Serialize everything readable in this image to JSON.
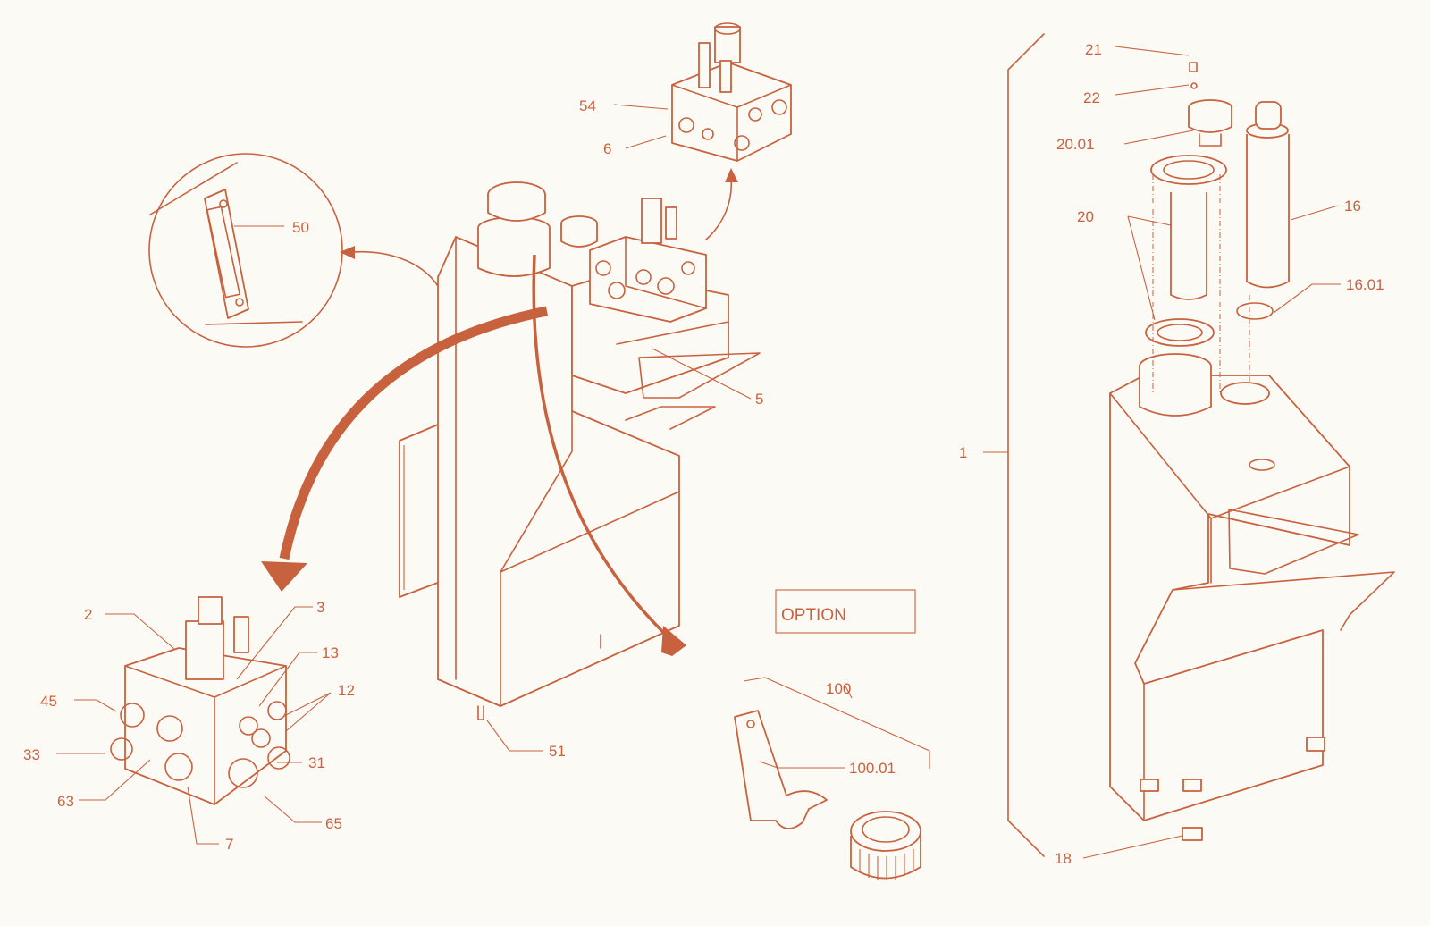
{
  "colors": {
    "line": "#c8623e",
    "background": "#fcfaf5"
  },
  "option_label": "OPTION",
  "callouts": [
    {
      "id": "c1",
      "text": "1"
    },
    {
      "id": "c2",
      "text": "2"
    },
    {
      "id": "c3",
      "text": "3"
    },
    {
      "id": "c5",
      "text": "5"
    },
    {
      "id": "c6",
      "text": "6"
    },
    {
      "id": "c7",
      "text": "7"
    },
    {
      "id": "c12",
      "text": "12"
    },
    {
      "id": "c13",
      "text": "13"
    },
    {
      "id": "c16",
      "text": "16"
    },
    {
      "id": "c1601",
      "text": "16.01"
    },
    {
      "id": "c18",
      "text": "18"
    },
    {
      "id": "c20",
      "text": "20"
    },
    {
      "id": "c2001",
      "text": "20.01"
    },
    {
      "id": "c21",
      "text": "21"
    },
    {
      "id": "c22",
      "text": "22"
    },
    {
      "id": "c31",
      "text": "31"
    },
    {
      "id": "c33",
      "text": "33"
    },
    {
      "id": "c45",
      "text": "45"
    },
    {
      "id": "c50",
      "text": "50"
    },
    {
      "id": "c51",
      "text": "51"
    },
    {
      "id": "c54",
      "text": "54"
    },
    {
      "id": "c63",
      "text": "63"
    },
    {
      "id": "c65",
      "text": "65"
    },
    {
      "id": "c100",
      "text": "100"
    },
    {
      "id": "c10001",
      "text": "100.01"
    }
  ]
}
